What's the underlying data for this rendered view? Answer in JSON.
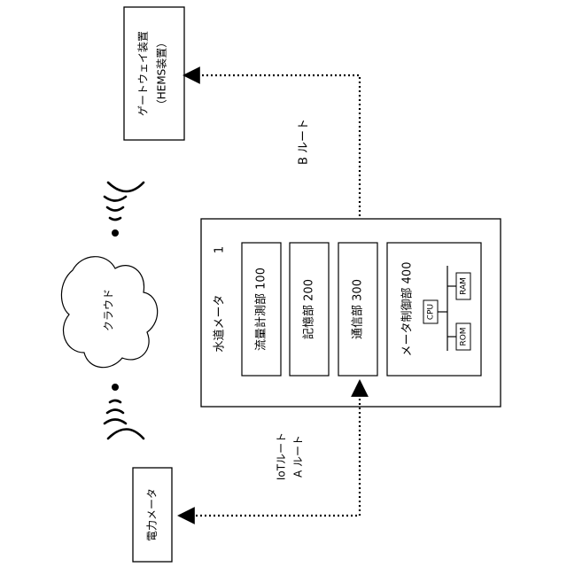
{
  "gateway": {
    "line1": "ゲートウェイ装置",
    "line2": "（HEMS装置）"
  },
  "route_b": "B ルート",
  "cloud": "クラウド",
  "meter": {
    "title": "水道メータ",
    "ref": "1",
    "units": [
      "流量計測部 100",
      "記憶部 200",
      "通信部 300",
      "メータ制御部 400"
    ],
    "controller": {
      "cpu": "CPU",
      "ram": "RAM",
      "rom": "ROM"
    }
  },
  "route_iot": {
    "line1": "IoTルート",
    "line2": "A ルート"
  },
  "power_meter": "電力メータ"
}
